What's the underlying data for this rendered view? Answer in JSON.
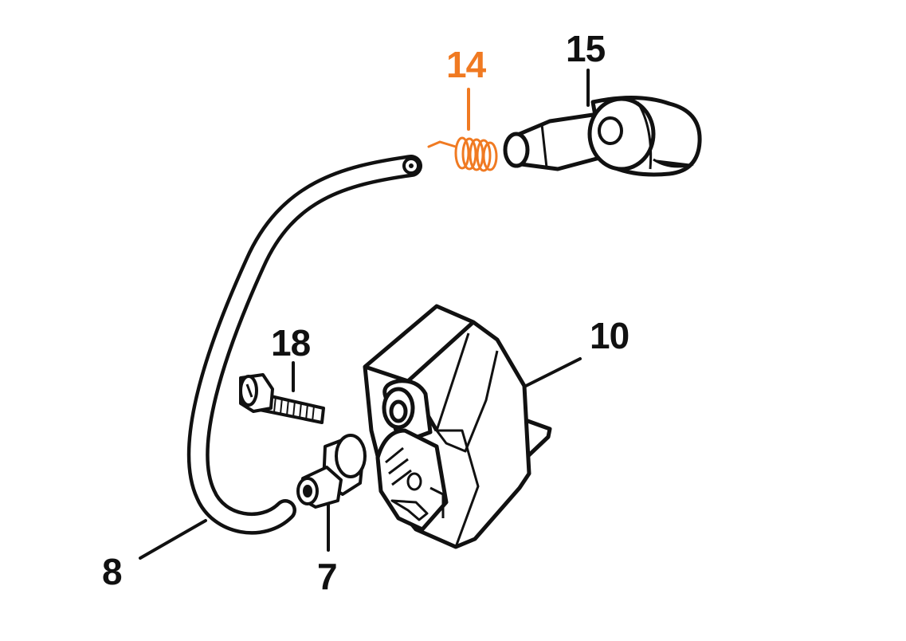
{
  "diagram": {
    "colors": {
      "ink": "#111111",
      "highlight": "#f07a22",
      "background": "#ffffff"
    },
    "callouts": {
      "c14": "14",
      "c15": "15",
      "c18": "18",
      "c10": "10",
      "c8": "8",
      "c7": "7"
    },
    "highlighted_part": "14"
  }
}
